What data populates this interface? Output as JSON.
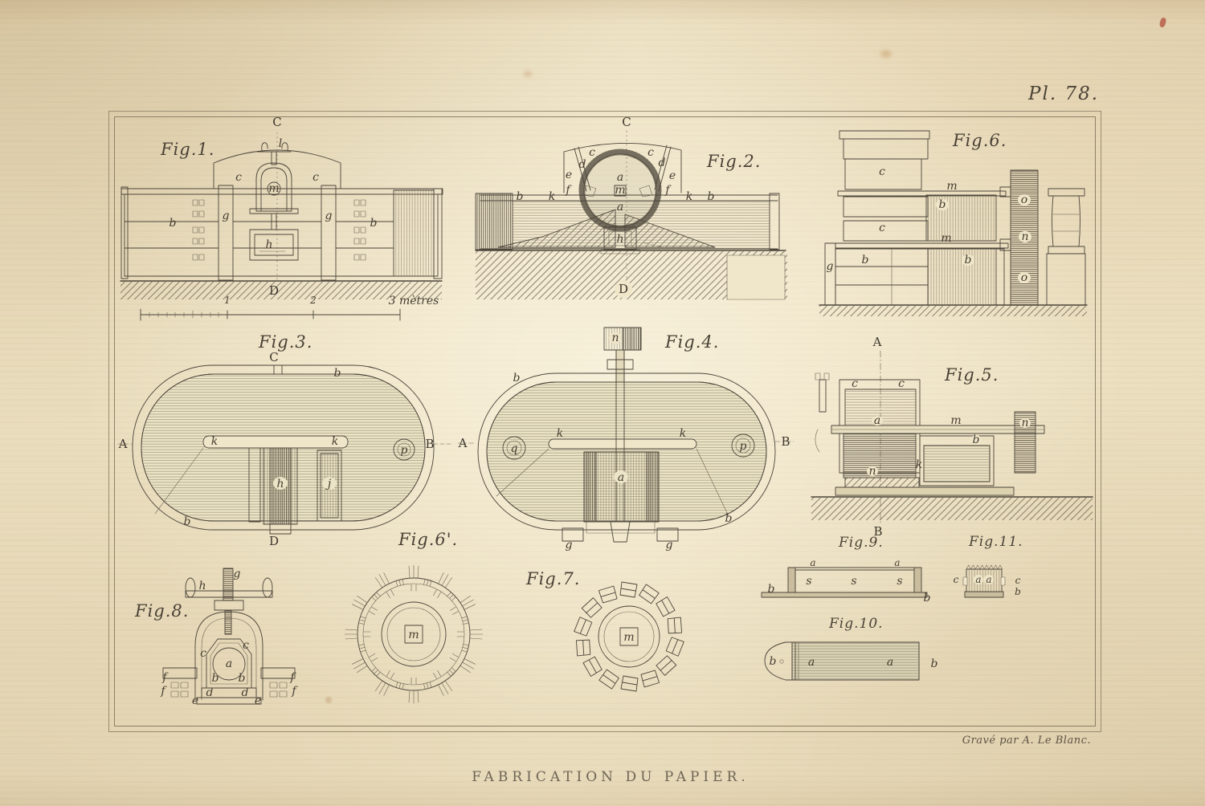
{
  "plate": {
    "number": "Pl. 78.",
    "caption": "FABRICATION DU PAPIER.",
    "credit": "Gravé par A. Le Blanc."
  },
  "scale_bar": {
    "m1": "1",
    "m2": "2",
    "m3": "3 mètres"
  },
  "figures": {
    "fig1": {
      "title": "Fig.1.",
      "labels": [
        "C",
        "l",
        "c",
        "c",
        "m",
        "b",
        "g",
        "g",
        "b",
        "h",
        "D"
      ]
    },
    "fig2": {
      "title": "Fig.2.",
      "labels": [
        "C",
        "c",
        "c",
        "d",
        "d",
        "e",
        "e",
        "f",
        "f",
        "a",
        "m",
        "a",
        "b",
        "k",
        "k",
        "b",
        "h",
        "D"
      ]
    },
    "fig3": {
      "title": "Fig.3.",
      "labels": [
        "C",
        "b",
        "A",
        "k",
        "k",
        "B",
        "p",
        "h",
        "j",
        "b",
        "D"
      ]
    },
    "fig4": {
      "title": "Fig.4.",
      "labels": [
        "n",
        "b",
        "A",
        "q",
        "k",
        "k",
        "p",
        "B",
        "a",
        "b",
        "g",
        "g"
      ]
    },
    "fig5": {
      "title": "Fig.5.",
      "labels": [
        "A",
        "c",
        "c",
        "a",
        "m",
        "n",
        "b",
        "k",
        "n",
        "B"
      ]
    },
    "fig6": {
      "title": "Fig.6.",
      "labels": [
        "c",
        "m",
        "b",
        "c",
        "m",
        "g",
        "b",
        "b",
        "o",
        "n",
        "o"
      ]
    },
    "fig6b": {
      "title": "Fig.6'.",
      "labels": [
        "m"
      ]
    },
    "fig7": {
      "title": "Fig.7.",
      "labels": [
        "m"
      ]
    },
    "fig8": {
      "title": "Fig.8.",
      "labels": [
        "g",
        "h",
        "c",
        "c",
        "a",
        "b",
        "b",
        "f",
        "f",
        "f",
        "f",
        "d",
        "d",
        "e",
        "e"
      ]
    },
    "fig9": {
      "title": "Fig.9.",
      "labels": [
        "a",
        "a",
        "s",
        "s",
        "s",
        "b",
        "b"
      ]
    },
    "fig10": {
      "title": "Fig.10.",
      "labels": [
        "b",
        "a",
        "a",
        "b"
      ]
    },
    "fig11": {
      "title": "Fig.11.",
      "labels": [
        "c",
        "a",
        "a",
        "c",
        "b"
      ]
    }
  },
  "colors": {
    "paper": "#ece0c1",
    "ink": "#4c453a",
    "vat_interior": "#ece4c6"
  }
}
